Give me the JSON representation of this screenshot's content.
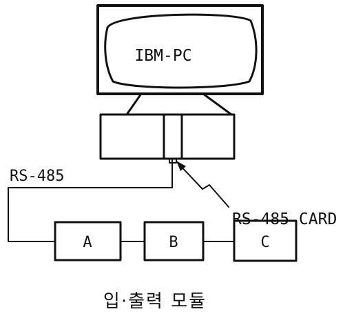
{
  "diagram": {
    "monitor_label": "IBM-PC",
    "link_label": "RS-485",
    "card_label": "RS-485 CARD",
    "modules": [
      {
        "label": "A"
      },
      {
        "label": "B"
      },
      {
        "label": "C"
      }
    ],
    "caption": "입·출력 모듈"
  }
}
